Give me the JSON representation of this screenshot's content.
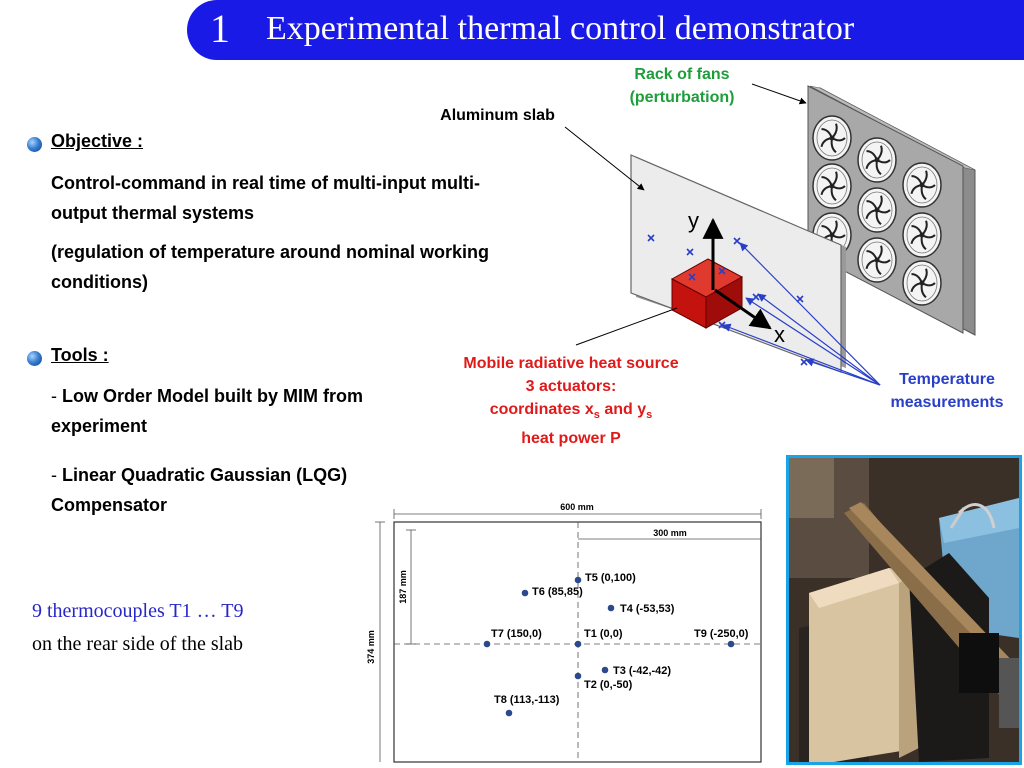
{
  "slide": {
    "number": "1",
    "title": "Experimental thermal control demonstrator"
  },
  "objective": {
    "heading": "Objective :",
    "line1": "Control-command in real time of multi-input multi-output thermal systems",
    "line2": "(regulation of temperature around nominal working conditions)"
  },
  "tools": {
    "heading": "Tools :",
    "item1_dash": "- ",
    "item1": "Low Order Model built by MIM from experiment",
    "item2_dash": "- ",
    "item2": "Linear Quadratic Gaussian (LQG) Compensator"
  },
  "thermocouples": {
    "line1": "9 thermocouples T1 … T9",
    "line2": "on the rear side of the slab"
  },
  "diagram": {
    "rack_label_1": "Rack of fans",
    "rack_label_2": "(perturbation)",
    "slab_label": "Aluminum slab",
    "source_label_1": "Mobile radiative heat source",
    "source_label_2": "3 actuators:",
    "source_label_3a": "coordinates x",
    "source_label_3b": "s",
    "source_label_3c": " and y",
    "source_label_3d": "s",
    "source_label_4": "heat power P",
    "temp_label_1": "Temperature",
    "temp_label_2": "measurements",
    "axis_y": "y",
    "axis_x": "x"
  },
  "plan": {
    "width_label": "600 mm",
    "half_width_label": "300 mm",
    "height_label": "374 mm",
    "half_height_label": "187 mm",
    "points": [
      {
        "label": "T5 (0,100)"
      },
      {
        "label": "T6 (85,85)"
      },
      {
        "label": "T4 (-53,53)"
      },
      {
        "label": "T7 (150,0)"
      },
      {
        "label": "T1 (0,0)"
      },
      {
        "label": "T9 (-250,0)"
      },
      {
        "label": "T3 (-42,-42)"
      },
      {
        "label": "T2 (0,-50)"
      },
      {
        "label": "T8 (113,-113)"
      }
    ]
  },
  "colors": {
    "title_bar": "#1a1ae6",
    "green": "#1e9e3a",
    "red": "#e01a1a",
    "blue": "#2a3fc8",
    "photo_border": "#1aa3e6"
  }
}
